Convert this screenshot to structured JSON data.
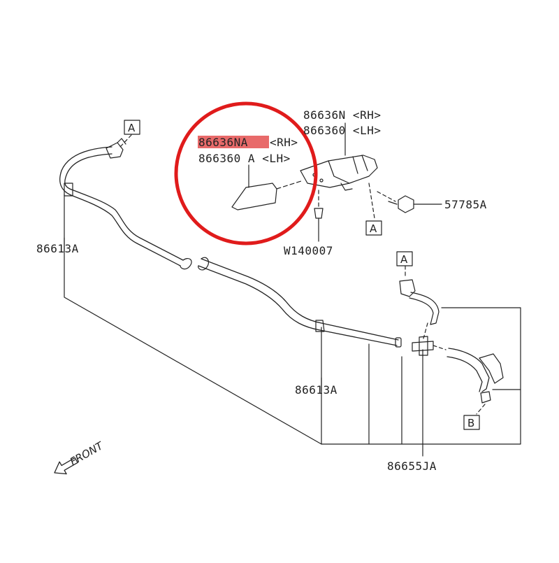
{
  "colors": {
    "line": "#222222",
    "highlight_circle": "#e01b1b",
    "label_highlight": "#e86a6a",
    "background": "#ffffff"
  },
  "labels": {
    "nozzle_rh": "86636N <RH>",
    "nozzle_lh": "866360 <LH>",
    "cap_rh_number": "86636NA",
    "cap_rh_side": "<RH>",
    "cap_lh": "866360 A <LH>",
    "bolt": "57785A",
    "clip": "W140007",
    "hose_upper": "86613A",
    "hose_lower": "86613A",
    "hose_joint": "86655JA",
    "front": "FRONT"
  },
  "connectors": {
    "a_top_left": "A",
    "a_mid": "A",
    "a_right": "A",
    "b_right": "B"
  },
  "icons": {
    "front_arrow": "front-arrow-icon"
  }
}
